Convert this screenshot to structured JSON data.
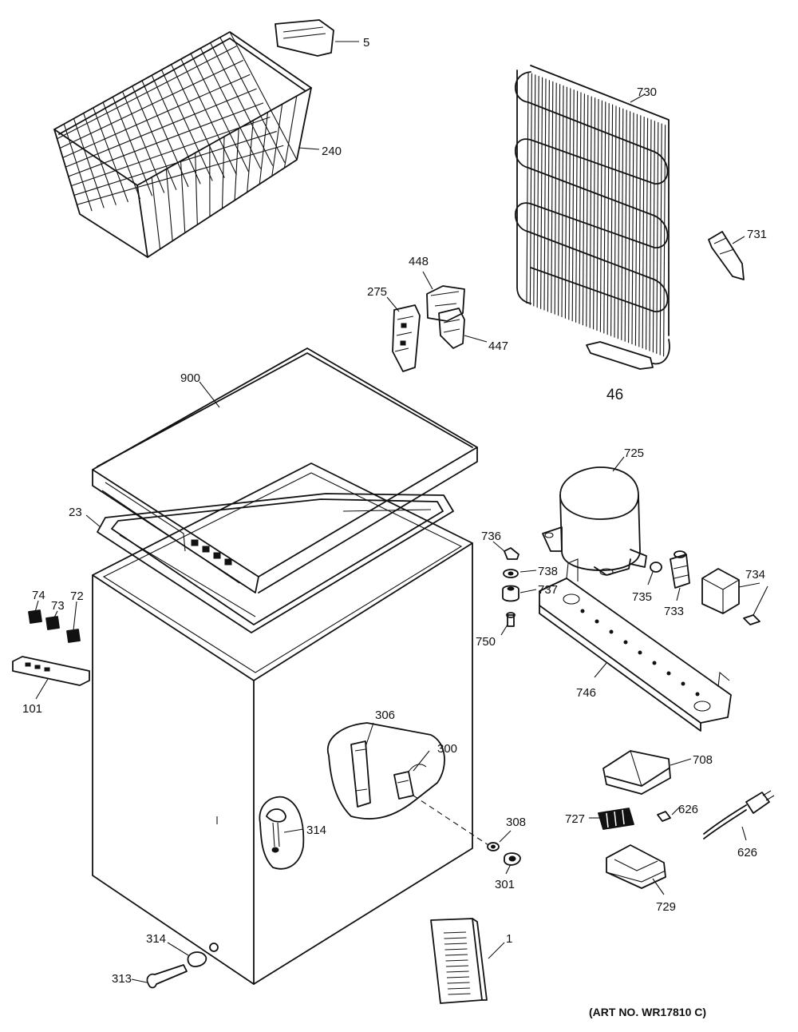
{
  "labels": {
    "p5": "5",
    "p240": "240",
    "p730": "730",
    "p731": "731",
    "p448": "448",
    "p275": "275",
    "p447": "447",
    "p46": "46",
    "p900": "900",
    "p725": "725",
    "p23": "23",
    "p736": "736",
    "p738": "738",
    "p737": "737",
    "p734": "734",
    "p735": "735",
    "p733": "733",
    "p750": "750",
    "p74": "74",
    "p73": "73",
    "p72": "72",
    "p101": "101",
    "p746": "746",
    "p306": "306",
    "p300": "300",
    "p708": "708",
    "p727": "727",
    "p626a": "626",
    "p626b": "626",
    "p308": "308",
    "p301": "301",
    "p729": "729",
    "p314a": "314",
    "p314b": "314",
    "p313": "313",
    "p1": "1"
  },
  "art_number": "(ART NO. WR17810 C)"
}
